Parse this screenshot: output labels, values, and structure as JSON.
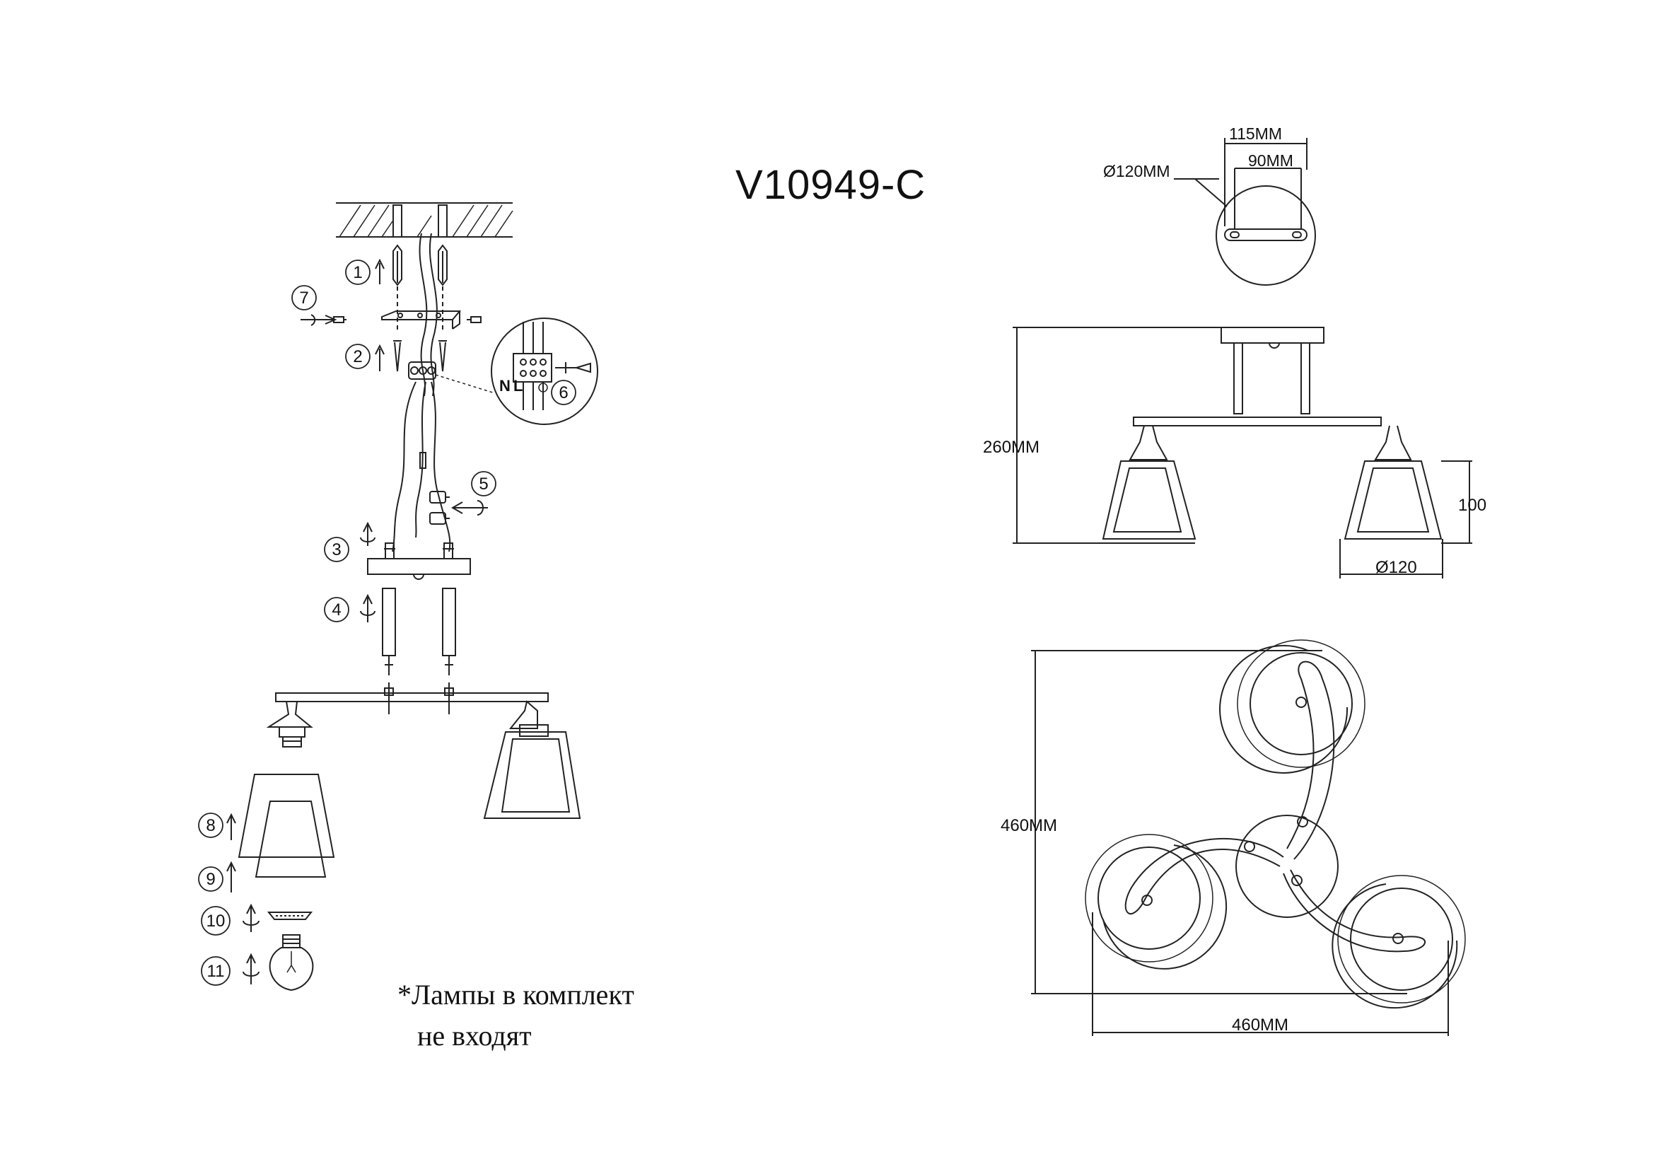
{
  "title": "V10949-C",
  "note": {
    "line1": "*Лампы в комплект",
    "line2": "не входят"
  },
  "steps": [
    "1",
    "2",
    "3",
    "4",
    "5",
    "6",
    "7",
    "8",
    "9",
    "10",
    "11"
  ],
  "wiring_labels": {
    "neutral": "N",
    "live": "L"
  },
  "dimensions": {
    "plate_diameter": "Ø120MM",
    "plate_width": "115MM",
    "plate_slot": "90MM",
    "height": "260MM",
    "shade_height": "100",
    "shade_diameter": "Ø120",
    "top_width": "460MM",
    "top_depth": "460MM"
  }
}
